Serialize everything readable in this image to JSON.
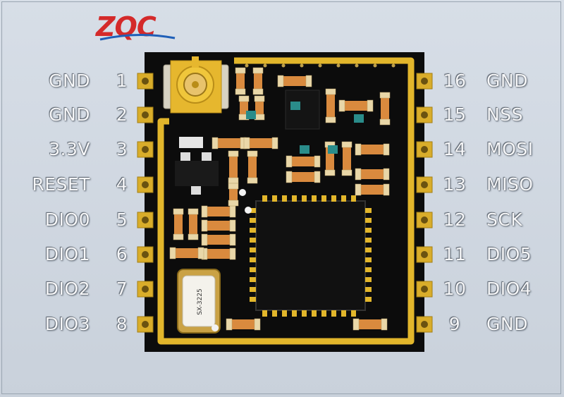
{
  "logo": {
    "text": "ZQC"
  },
  "antenna_can": {
    "label": "SX-3225"
  },
  "left_pins": [
    {
      "number": "1",
      "label": "GND"
    },
    {
      "number": "2",
      "label": "GND"
    },
    {
      "number": "3",
      "label": "3.3V"
    },
    {
      "number": "4",
      "label": "RESET"
    },
    {
      "number": "5",
      "label": "DIO0"
    },
    {
      "number": "6",
      "label": "DIO1"
    },
    {
      "number": "7",
      "label": "DIO2"
    },
    {
      "number": "8",
      "label": "DIO3"
    }
  ],
  "right_pins": [
    {
      "number": "16",
      "label": "GND"
    },
    {
      "number": "15",
      "label": "NSS"
    },
    {
      "number": "14",
      "label": "MOSI"
    },
    {
      "number": "13",
      "label": "MISO"
    },
    {
      "number": "12",
      "label": "SCK"
    },
    {
      "number": "11",
      "label": "DIO5"
    },
    {
      "number": "10",
      "label": "DIO4"
    },
    {
      "number": "9",
      "label": "GND"
    }
  ],
  "colors": {
    "pcb": "#0c0c0c",
    "trace_gold": "#e2b62b",
    "pad_gold": "#d9ad2a",
    "label": "#f6f7f9",
    "logo_red": "#d42a2a",
    "logo_blue": "#1f5fb8"
  }
}
